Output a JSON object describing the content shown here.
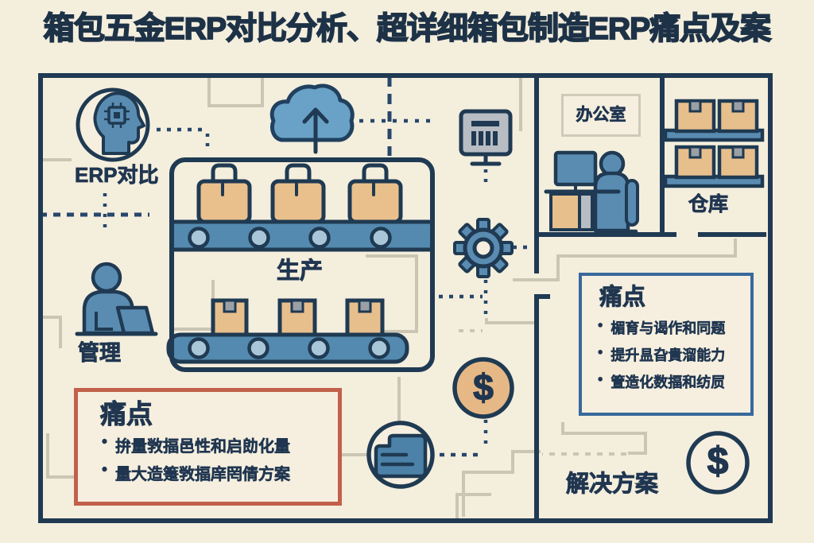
{
  "title": "箱包五金ERP对比分析、超详细箱包制造ERP痛点及案",
  "glyphs": {
    "bullet": "•",
    "dollar": "$"
  },
  "sections": {
    "erp_compare": {
      "label": "ERP对比"
    },
    "production": {
      "label": "生产"
    },
    "management": {
      "label": "管理"
    },
    "office": {
      "label": "办公室"
    },
    "warehouse": {
      "label": "仓库"
    },
    "solution": {
      "label": "解决方案"
    }
  },
  "pain_left": {
    "title": "痛点",
    "bullets": [
      "拚量敩揊邑性和启勆化量",
      "量大造箑敩揊庠罔倩方案"
    ]
  },
  "pain_right": {
    "title": "痛点",
    "bullets": [
      "楣育与谒作和同题",
      "提升昷旮貴溜能力",
      "箮造化数揊和纺屃"
    ]
  },
  "icons": {
    "ai_head": "ai-head-chip-icon",
    "cloud": "cloud-upload-icon",
    "monitor": "monitor-chart-icon",
    "gear": "gear-icon",
    "coin": "dollar-coin-icon",
    "folder": "folder-icon",
    "manager": "person-laptop-icon",
    "office_worker": "person-desk-icon",
    "shelf": "warehouse-shelf-icon",
    "conveyor_top": "conveyor-suitcases-icon",
    "conveyor_bottom": "conveyor-cartons-icon",
    "solution_coin": "dollar-circle-icon"
  },
  "colors": {
    "navy": "#1f3a52",
    "blue": "#5a8cb2",
    "light_blue": "#a9c6d8",
    "tan": "#e7bf8d",
    "cream": "#f6efdf",
    "red_border": "#c1604b",
    "blue_border": "#38699b",
    "gray_line": "#cbc5b4",
    "screen_gray": "#b7bdc3"
  }
}
